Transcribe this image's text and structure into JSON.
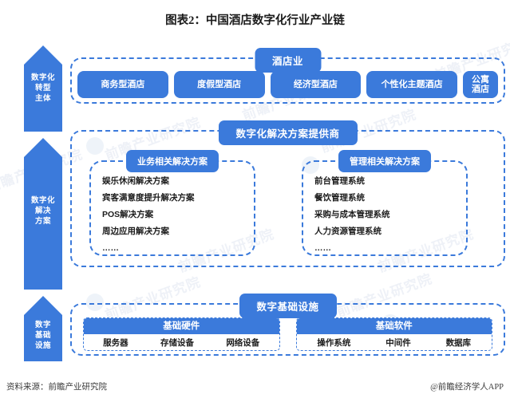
{
  "title": "图表2：中国酒店数字化行业产业链",
  "colors": {
    "accent": "#3b7adb",
    "dashed_border": "#3b7adb",
    "text": "#1c1c1c",
    "badge_text": "#ffffff"
  },
  "arrow_rail": {
    "bands": [
      {
        "label": "数字化\n转型\n主体",
        "lines": [
          "数字化",
          "转型",
          "主体"
        ]
      },
      {
        "label": "数字化\n解决\n方案",
        "lines": [
          "数字化",
          "解决",
          "方案"
        ]
      },
      {
        "label": "数字\n基础\n设施",
        "lines": [
          "数字",
          "基础",
          "设施"
        ]
      }
    ]
  },
  "layers": {
    "hotel": {
      "title": "酒店业",
      "items": [
        {
          "label": "商务型酒店",
          "width": "flex"
        },
        {
          "label": "度假型酒店",
          "width": "flex"
        },
        {
          "label": "经济型酒店",
          "width": "flex"
        },
        {
          "label": "个性化主题酒店",
          "width": "flex"
        },
        {
          "label": "公寓\n酒店",
          "lines": [
            "公寓",
            "酒店"
          ],
          "width": "narrow"
        }
      ]
    },
    "solution": {
      "title": "数字化解决方案提供商",
      "subgroups": [
        {
          "title": "业务相关解决方案",
          "items": [
            "娱乐休闲解决方案",
            "宾客满意度提升解决方案",
            "POS解决方案",
            "周边应用解决方案",
            "……"
          ]
        },
        {
          "title": "管理相关解决方案",
          "items": [
            "前台管理系统",
            "餐饮管理系统",
            "采购与成本管理系统",
            "人力资源管理系统",
            "……"
          ]
        }
      ]
    },
    "infra": {
      "title": "数字基础设施",
      "cards": [
        {
          "header": "基础硬件",
          "items": [
            "服务器",
            "存储设备",
            "网络设备"
          ]
        },
        {
          "header": "基础软件",
          "items": [
            "操作系统",
            "中间件",
            "数据库"
          ]
        }
      ]
    }
  },
  "footer": {
    "source": "资料来源：前瞻产业研究院",
    "app": "@前瞻经济学人APP"
  },
  "watermarks": {
    "text": "前瞻产业研究院"
  }
}
